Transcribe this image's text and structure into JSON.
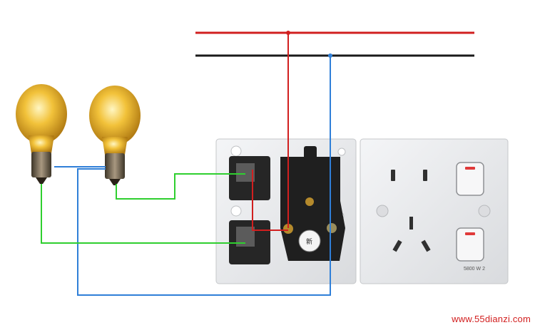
{
  "watermark": "www.55dianzi.com",
  "module_label": "5800 W 2",
  "knob_text": "新",
  "colors": {
    "live": "#d11f1f",
    "neutral": "#1a1a1a",
    "neutral_branch": "#2f7fd8",
    "switched": "#2fcf2f",
    "plate": "#e9eaec",
    "module": "#262626",
    "bulb": "#f2c23a",
    "base": "#6f6350"
  },
  "icons": [
    "light-bulb-icon",
    "light-bulb-icon",
    "rocker-switch-icon",
    "rocker-switch-icon",
    "socket-icon"
  ]
}
